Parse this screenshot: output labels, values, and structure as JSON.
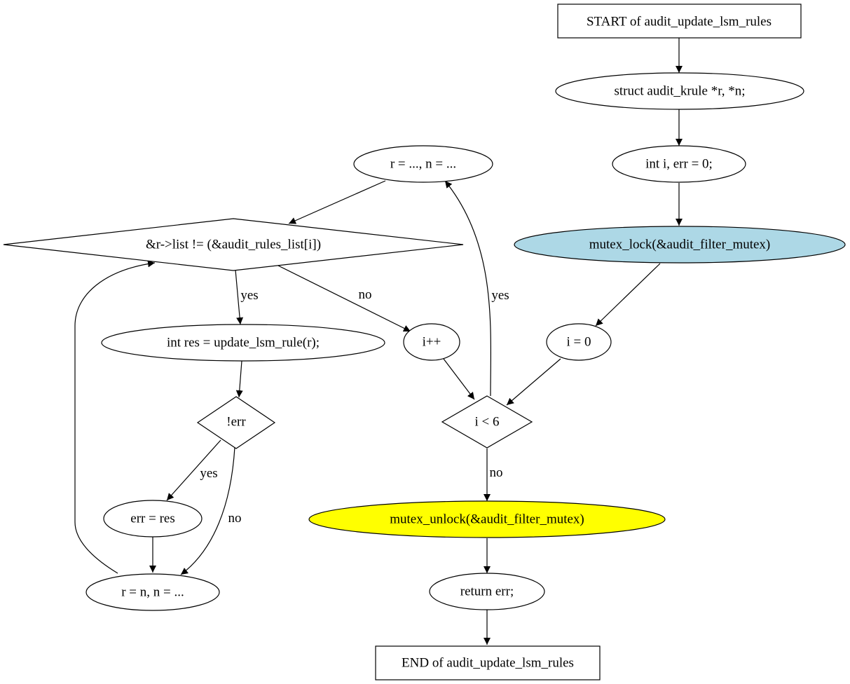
{
  "diagram": {
    "nodes": {
      "start": {
        "label": "START of audit_update_lsm_rules",
        "fill": "#ffffff"
      },
      "decl_r": {
        "label": "struct audit_krule *r, *n;",
        "fill": "#ffffff"
      },
      "decl_i": {
        "label": "int i, err = 0;",
        "fill": "#ffffff"
      },
      "lock": {
        "label": "mutex_lock(&audit_filter_mutex)",
        "fill": "#add8e6"
      },
      "init_i": {
        "label": "i = 0",
        "fill": "#ffffff"
      },
      "cond_i": {
        "label": "i < 6",
        "fill": "#ffffff"
      },
      "iter_init": {
        "label": "r = ..., n = ...",
        "fill": "#ffffff"
      },
      "cond_list": {
        "label": "&r->list != (&audit_rules_list[i])",
        "fill": "#ffffff"
      },
      "incr": {
        "label": "i++",
        "fill": "#ffffff"
      },
      "res": {
        "label": "int res = update_lsm_rule(r);",
        "fill": "#ffffff"
      },
      "cond_err": {
        "label": "!err",
        "fill": "#ffffff"
      },
      "assign_err": {
        "label": "err = res",
        "fill": "#ffffff"
      },
      "advance": {
        "label": "r = n, n = ...",
        "fill": "#ffffff"
      },
      "unlock": {
        "label": "mutex_unlock(&audit_filter_mutex)",
        "fill": "#ffff00"
      },
      "ret": {
        "label": "return err;",
        "fill": "#ffffff"
      },
      "end": {
        "label": "END of audit_update_lsm_rules",
        "fill": "#ffffff"
      }
    },
    "edges": {
      "cond_i_yes": "yes",
      "cond_i_no": "no",
      "cond_list_yes": "yes",
      "cond_list_no": "no",
      "cond_err_yes": "yes",
      "cond_err_no": "no"
    }
  }
}
